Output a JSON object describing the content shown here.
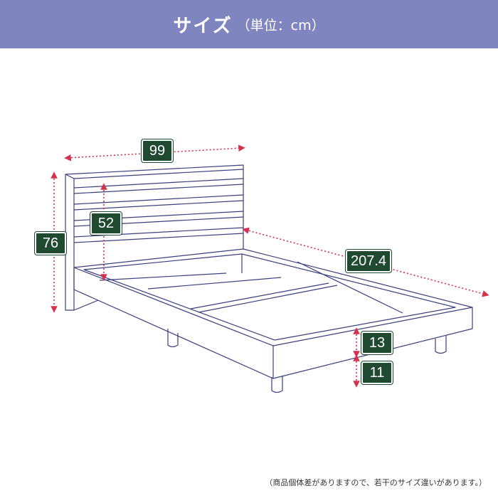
{
  "header": {
    "title": "サイズ",
    "unit": "（単位：cm）"
  },
  "dimensions": {
    "width": "99",
    "total_height": "76",
    "headboard_height": "52",
    "length": "207.4",
    "frame_height": "13",
    "leg_height": "11"
  },
  "footnote": "（商品個体差がありますので、若干のサイズ違いがあります。）",
  "colors": {
    "header_bg": "#7f86bf",
    "label_bg": "#1f4a2f",
    "arrow": "#d6304f",
    "line": "#3b3f7e"
  }
}
